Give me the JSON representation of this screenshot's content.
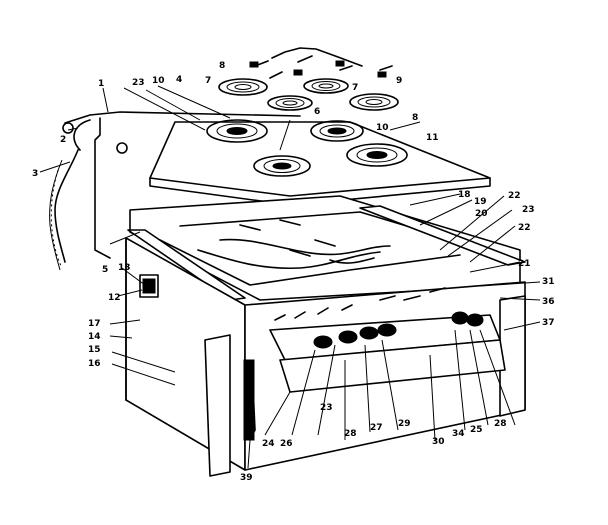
{
  "diagram": {
    "labels": [
      {
        "id": "l1",
        "text": "1"
      },
      {
        "id": "l2",
        "text": "2"
      },
      {
        "id": "l3",
        "text": "3"
      },
      {
        "id": "l4",
        "text": "4"
      },
      {
        "id": "l5",
        "text": "5"
      },
      {
        "id": "l6",
        "text": "6"
      },
      {
        "id": "l7a",
        "text": "7"
      },
      {
        "id": "l7b",
        "text": "7"
      },
      {
        "id": "l8a",
        "text": "8"
      },
      {
        "id": "l8b",
        "text": "8"
      },
      {
        "id": "l9",
        "text": "9"
      },
      {
        "id": "l10a",
        "text": "10"
      },
      {
        "id": "l10b",
        "text": "10"
      },
      {
        "id": "l11",
        "text": "11"
      },
      {
        "id": "l12",
        "text": "12"
      },
      {
        "id": "l13",
        "text": "13"
      },
      {
        "id": "l14",
        "text": "14"
      },
      {
        "id": "l15",
        "text": "15"
      },
      {
        "id": "l16",
        "text": "16"
      },
      {
        "id": "l17",
        "text": "17"
      },
      {
        "id": "l18",
        "text": "18"
      },
      {
        "id": "l19",
        "text": "19"
      },
      {
        "id": "l20",
        "text": "20"
      },
      {
        "id": "l21",
        "text": "21"
      },
      {
        "id": "l22a",
        "text": "22"
      },
      {
        "id": "l22b",
        "text": "22"
      },
      {
        "id": "l23a",
        "text": "23"
      },
      {
        "id": "l23b",
        "text": "23"
      },
      {
        "id": "l23c",
        "text": "23"
      },
      {
        "id": "l24",
        "text": "24"
      },
      {
        "id": "l25",
        "text": "25"
      },
      {
        "id": "l26",
        "text": "26"
      },
      {
        "id": "l27",
        "text": "27"
      },
      {
        "id": "l28a",
        "text": "28"
      },
      {
        "id": "l28b",
        "text": "28"
      },
      {
        "id": "l29",
        "text": "29"
      },
      {
        "id": "l30",
        "text": "30"
      },
      {
        "id": "l31",
        "text": "31"
      },
      {
        "id": "l34",
        "text": "34"
      },
      {
        "id": "l36",
        "text": "36"
      },
      {
        "id": "l37",
        "text": "37"
      },
      {
        "id": "l39",
        "text": "39"
      }
    ]
  }
}
